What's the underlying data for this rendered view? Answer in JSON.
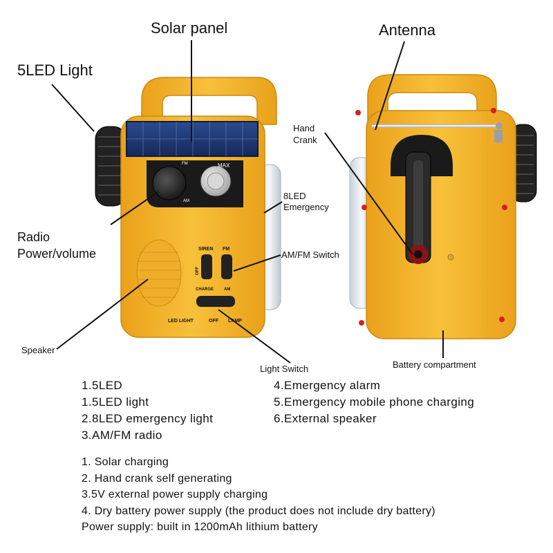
{
  "callouts": {
    "solar_panel": "Solar panel",
    "led_light": "5LED Light",
    "antenna": "Antenna",
    "hand_crank": "Hand\nCrank",
    "emergency_8led": "8LED\nEmergency",
    "radio_power": "Radio\nPower/volume",
    "amfm_switch": "AM/FM Switch",
    "speaker": "Speaker",
    "light_switch": "Light Switch",
    "battery_compartment": "Battery compartment"
  },
  "device_text": {
    "siren": "SIREN",
    "fm": "FM",
    "off": "OFF",
    "charge": "CHARGE",
    "am": "AM",
    "led_light": "LED LIGHT",
    "switch_off": "OFF",
    "lamp": "LAMP",
    "max": "MAX",
    "fm_small": "FM",
    "am_small": "AM"
  },
  "features_left": [
    "1.5LED",
    "1.5LED light",
    "2.8LED emergency light",
    "3.AM/FM radio"
  ],
  "features_right": [
    "4.Emergency alarm",
    "5.Emergency mobile phone charging",
    "6.External speaker"
  ],
  "power_notes": [
    "1. Solar charging",
    "2. Hand crank self generating",
    "3.5V external power supply charging",
    "4. Dry battery power supply (the product does not include dry battery)",
    "Power supply: built in 1200mAh lithium battery"
  ],
  "colors": {
    "body_yellow": "#f5b82e",
    "body_shade": "#e9a51c",
    "knob_black": "#1e1e1e",
    "solar_blue": "#1f3a78",
    "lamp_white": "#e8edf2",
    "led_red": "#d52020"
  }
}
